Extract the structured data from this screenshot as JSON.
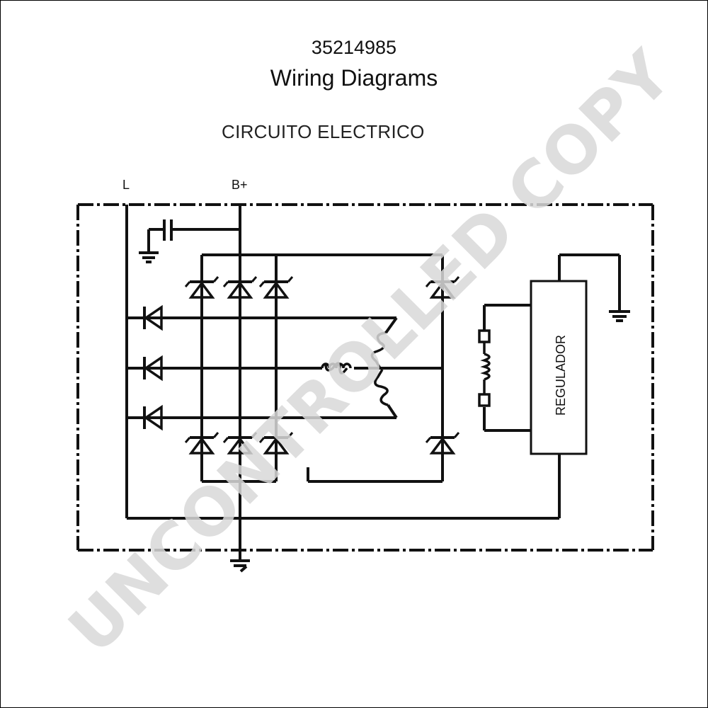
{
  "header": {
    "part_number": "35214985",
    "doc_title": "Wiring Diagrams"
  },
  "diagram": {
    "title": "CIRCUITO ELECTRICO",
    "terminals": {
      "l": "L",
      "b_plus": "B+"
    },
    "regulator_label": "REGULADOR"
  },
  "watermark": {
    "text": "UNCONTROLLED COPY"
  },
  "colors": {
    "line": "#111111",
    "watermark": "#d9d9d9"
  }
}
